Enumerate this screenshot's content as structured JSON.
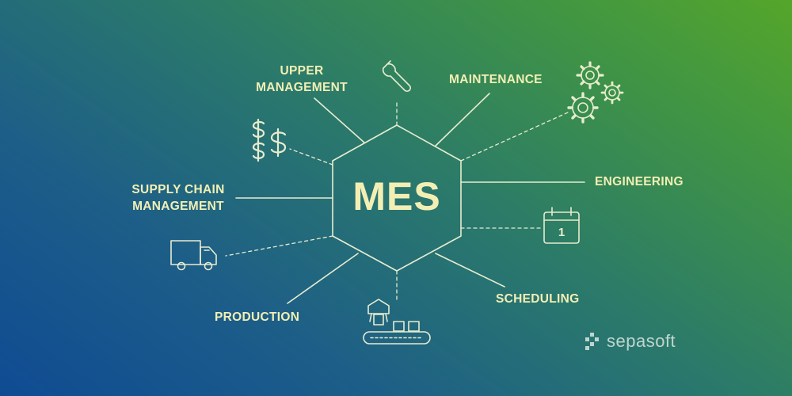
{
  "diagram": {
    "center": "MES",
    "nodes": {
      "upper_management": [
        "UPPER",
        "MANAGEMENT"
      ],
      "maintenance": "MAINTENANCE",
      "engineering": "ENGINEERING",
      "scheduling": "SCHEDULING",
      "production": "PRODUCTION",
      "supply_chain": [
        "SUPPLY CHAIN",
        "MANAGEMENT"
      ]
    },
    "icons": {
      "maintenance": "wrench-icon",
      "engineering": "gears-icon",
      "scheduling": "calendar-icon",
      "production": "conveyor-robot-icon",
      "supply_chain": "truck-icon",
      "upper_management": "dollar-signs-icon"
    },
    "calendar_day": "1"
  },
  "brand": {
    "name": "sepasoft"
  },
  "colors": {
    "accent": "#f3efb4",
    "line": "#e8eccf",
    "gradient_start": "#0f4b93",
    "gradient_end": "#55a62a"
  }
}
